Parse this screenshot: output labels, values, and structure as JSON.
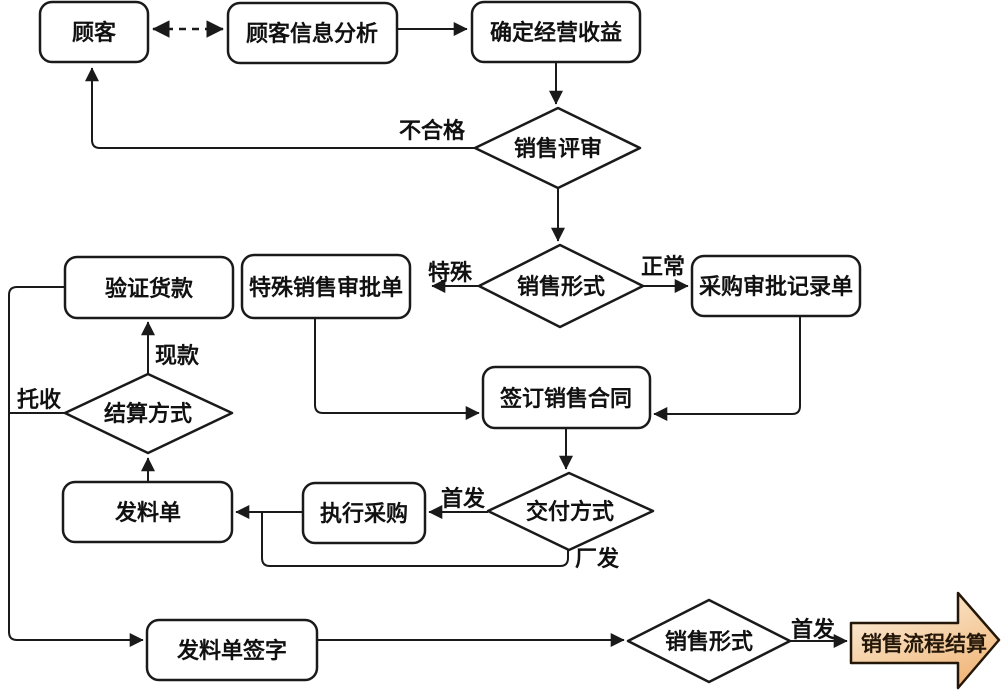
{
  "diagram": {
    "type": "flowchart",
    "nodes": {
      "customer": "顾客",
      "customer_info_analysis": "顾客信息分析",
      "determine_revenue": "确定经营收益",
      "sales_review": "销售评审",
      "sales_form_upper": "销售形式",
      "special_sales_approval": "特殊销售审批单",
      "purchase_approval_record": "采购审批记录单",
      "sign_sales_contract": "签订销售合同",
      "delivery_method": "交付方式",
      "execute_purchase": "执行采购",
      "material_slip": "发料单",
      "settlement_method": "结算方式",
      "verify_payment": "验证货款",
      "material_slip_sign": "发料单签字",
      "sales_form_lower": "销售形式",
      "sales_process_settlement": "销售流程结算"
    },
    "edge_labels": {
      "unqualified": "不合格",
      "special": "特殊",
      "normal": "正常",
      "first_delivery_upper": "首发",
      "factory_delivery": "厂发",
      "cash": "现款",
      "collection": "托收",
      "first_delivery_lower": "首发"
    },
    "colors": {
      "background": "#ffffff",
      "line_color": "#1a1a1a",
      "node_fill": "#ffffff",
      "text_color": "#111111",
      "block_arrow_fill_light": "#fdf4e4",
      "block_arrow_fill_dark": "#f1b97e",
      "block_arrow_border": "#241708",
      "block_arrow_text": "#241708"
    }
  }
}
